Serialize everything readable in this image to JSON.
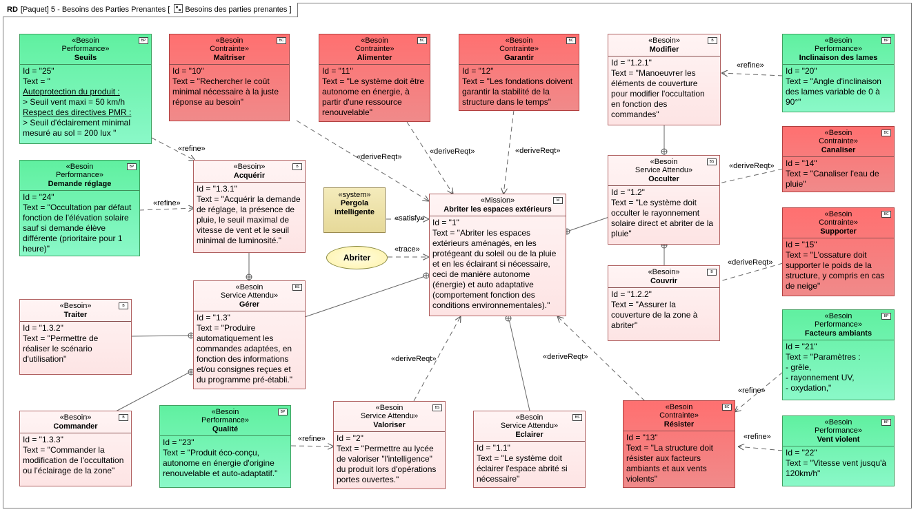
{
  "frame": {
    "kind": "RD",
    "scope": "[Paquet] 5 - Besoins des Parties Prenantes [",
    "diagram_name": "Besoins des parties prenantes",
    "close": "]"
  },
  "nodes": {
    "seuils": {
      "stereotype": "«Besoin",
      "category": "Performance»",
      "name": "Seuils",
      "badge": "BP",
      "color": "green",
      "lines": [
        "Id = \"25\"",
        "Text = \"",
        "Autoprotection du produit :",
        "> Seuil vent maxi = 50 km/h",
        "Respect des directives PMR :",
        "> Seuil d'éclairement minimal",
        "mesuré au sol = 200 lux \""
      ]
    },
    "maitriser": {
      "stereotype": "«Besoin",
      "category": "Contrainte»",
      "name": "Maîtriser",
      "badge": "BC",
      "color": "red",
      "lines": [
        "Id = \"10\"",
        "Text = \"Rechercher le coût",
        "minimal nécessaire à la juste",
        "réponse au besoin\""
      ]
    },
    "alimenter": {
      "stereotype": "«Besoin",
      "category": "Contrainte»",
      "name": "Alimenter",
      "badge": "BC",
      "color": "red",
      "lines": [
        "Id = \"11\"",
        "Text = \"Le système doit être",
        "autonome en énergie, à",
        "partir d'une ressource",
        "renouvelable\""
      ]
    },
    "garantir": {
      "stereotype": "«Besoin",
      "category": "Contrainte»",
      "name": "Garantir",
      "badge": "BC",
      "color": "red",
      "lines": [
        "Id = \"12\"",
        "Text = \"Les fondations doivent",
        "garantir la stabilité de la",
        "structure dans le temps\""
      ]
    },
    "modifier": {
      "stereotype": "«Besoin»",
      "category": "",
      "name": "Modifier",
      "badge": "B",
      "color": "pink",
      "lines": [
        "Id = \"1.2.1\"",
        "Text = \"Manoeuvrer les",
        "éléments de couverture",
        "pour modifier l'occultation",
        "en fonction des",
        "commandes\""
      ]
    },
    "inclinaison": {
      "stereotype": "«Besoin",
      "category": "Performance»",
      "name": "Inclinaison des lames",
      "badge": "BP",
      "color": "green",
      "lines": [
        "Id = \"20\"",
        "Text = \"Angle d'inclinaison",
        "des lames variable de 0 à",
        "90°\""
      ]
    },
    "demande": {
      "stereotype": "«Besoin",
      "category": "Performance»",
      "name": "Demande réglage",
      "badge": "BP",
      "color": "green",
      "lines": [
        "Id = \"24\"",
        "Text = \"Occultation par défaut",
        "fonction de l'élévation solaire",
        "sauf si demande élève",
        "différente (prioritaire pour 1",
        "heure)\""
      ]
    },
    "acquerir": {
      "stereotype": "«Besoin»",
      "category": "",
      "name": "Acquérir",
      "badge": "B",
      "color": "pink",
      "lines": [
        "Id = \"1.3.1\"",
        "Text = \"Acquérir la demande",
        "de réglage, la présence de",
        "pluie, le seuil maximal de",
        "vitesse de vent et le seuil",
        "minimal de luminosité.\""
      ]
    },
    "mission": {
      "stereotype": "«Mission»",
      "category": "",
      "name": "Abriter les espaces extérieurs",
      "badge": "M",
      "color": "pink",
      "lines": [
        "Id = \"1\"",
        "Text = \"Abriter les espaces",
        "extérieurs aménagés, en les",
        "protégeant du soleil ou de la pluie",
        "et en les éclairant si nécessaire,",
        "ceci de manière autonome",
        "(énergie) et auto adaptative",
        "(comportement fonction des",
        "conditions environnementales).\""
      ]
    },
    "occulter": {
      "stereotype": "«Besoin",
      "category": "Service Attendu»",
      "name": "Occulter",
      "badge": "BS",
      "color": "pink",
      "lines": [
        "Id = \"1.2\"",
        "Text = \"Le système doit",
        "occulter le rayonnement",
        "solaire direct et abriter de la",
        "pluie\""
      ]
    },
    "canaliser": {
      "stereotype": "«Besoin",
      "category": "Contrainte»",
      "name": "Canaliser",
      "badge": "BC",
      "color": "red",
      "lines": [
        "Id = \"14\"",
        "Text = \"Canaliser l'eau de",
        "pluie\""
      ]
    },
    "supporter": {
      "stereotype": "«Besoin",
      "category": "Contrainte»",
      "name": "Supporter",
      "badge": "BC",
      "color": "red",
      "lines": [
        "Id = \"15\"",
        "Text = \"L'ossature doit",
        "supporter le poids de la",
        "structure, y compris en cas",
        "de neige\""
      ]
    },
    "couvrir": {
      "stereotype": "«Besoin»",
      "category": "",
      "name": "Couvrir",
      "badge": "B",
      "color": "pink",
      "lines": [
        "Id = \"1.2.2\"",
        "Text = \"Assurer la",
        "couverture de la zone à",
        "abriter\""
      ]
    },
    "traiter": {
      "stereotype": "«Besoin»",
      "category": "",
      "name": "Traiter",
      "badge": "B",
      "color": "pink",
      "lines": [
        "Id = \"1.3.2\"",
        "Text = \"Permettre de",
        "réaliser le scénario",
        "d'utilisation\""
      ]
    },
    "gerer": {
      "stereotype": "«Besoin",
      "category": "Service Attendu»",
      "name": "Gérer",
      "badge": "BS",
      "color": "pink",
      "lines": [
        "Id = \"1.3\"",
        "Text = \"Produire",
        "automatiquement les",
        "commandes adaptées, en",
        "fonction des informations",
        "et/ou consignes reçues et",
        "du programme pré-établi.\""
      ]
    },
    "facteurs": {
      "stereotype": "«Besoin",
      "category": "Performance»",
      "name": "Facteurs ambiants",
      "badge": "BP",
      "color": "green",
      "lines": [
        "Id = \"21\"",
        "Text = \"Paramètres :",
        "- grêle,",
        "- rayonnement UV,",
        "- oxydation,\""
      ]
    },
    "commander": {
      "stereotype": "«Besoin»",
      "category": "",
      "name": "Commander",
      "badge": "B",
      "color": "pink",
      "lines": [
        "Id = \"1.3.3\"",
        "Text = \"Commander la",
        "modification de l'occultation",
        "ou l'éclairage de la zone\""
      ]
    },
    "qualite": {
      "stereotype": "«Besoin",
      "category": "Performance»",
      "name": "Qualité",
      "badge": "BP",
      "color": "green",
      "lines": [
        "Id = \"23\"",
        "Text = \"Produit éco-conçu,",
        "autonome en énergie d'origine",
        "renouvelable et auto-adaptatif.\""
      ]
    },
    "valoriser": {
      "stereotype": "«Besoin",
      "category": "Service Attendu»",
      "name": "Valoriser",
      "badge": "BS",
      "color": "pink",
      "lines": [
        "Id = \"2\"",
        "Text = \"Permettre au lycée",
        "de valoriser \"l'intelligence\"",
        "du produit lors d'opérations",
        "portes ouvertes.\""
      ]
    },
    "eclairer": {
      "stereotype": "«Besoin",
      "category": "Service Attendu»",
      "name": "Eclairer",
      "badge": "BS",
      "color": "pink",
      "lines": [
        "Id = \"1.1\"",
        "Text = \"Le système doit",
        "éclairer l'espace abrité si",
        "nécessaire\""
      ]
    },
    "resister": {
      "stereotype": "«Besoin",
      "category": "Contrainte»",
      "name": "Résister",
      "badge": "BC",
      "color": "red",
      "lines": [
        "Id = \"13\"",
        "Text = \"La structure doit",
        "résister aux facteurs",
        "ambiants et aux vents",
        "violents\""
      ]
    },
    "vent": {
      "stereotype": "«Besoin",
      "category": "Performance»",
      "name": "Vent violent",
      "badge": "BP",
      "color": "green",
      "lines": [
        "Id = \"22\"",
        "Text = \"Vitesse vent jusqu'à",
        "120km/h\""
      ]
    }
  },
  "system": {
    "stereotype": "«system»",
    "name_line1": "Pergola",
    "name_line2": "intelligente"
  },
  "usecase": {
    "name": "Abriter"
  },
  "labels": {
    "refine": "«refine»",
    "deriveReqt": "«deriveReqt»",
    "satisfy": "«satisfy»",
    "trace": "«trace»"
  }
}
